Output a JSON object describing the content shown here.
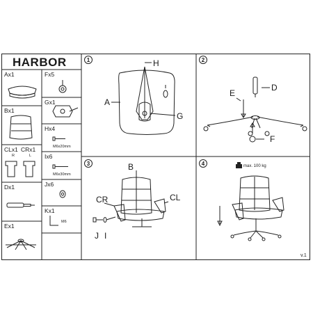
{
  "product": {
    "name": "HARBOR",
    "version": "v.1"
  },
  "parts": [
    {
      "id": "Ax1"
    },
    {
      "id": "Fx5"
    },
    {
      "id": "Gx1"
    },
    {
      "id": "Bx1"
    },
    {
      "id": "Hx4",
      "spec": "M6x20mm"
    },
    {
      "id": "CLx1"
    },
    {
      "id": "CRx1"
    },
    {
      "id": "Ix6",
      "spec": "M6x30mm"
    },
    {
      "id": "Jx6"
    },
    {
      "id": "Dx1"
    },
    {
      "id": "Kx1",
      "spec": "M6"
    },
    {
      "id": "Ex1"
    }
  ],
  "armrest_sides": {
    "right": "R",
    "left": "L"
  },
  "steps": [
    {
      "number": "1",
      "labels": [
        "A",
        "H",
        "G"
      ]
    },
    {
      "number": "2",
      "labels": [
        "E",
        "D",
        "F"
      ]
    },
    {
      "number": "3",
      "labels": [
        "B",
        "CR",
        "CL",
        "J",
        "I"
      ]
    },
    {
      "number": "4",
      "max_load": "max. 100 kg"
    }
  ]
}
